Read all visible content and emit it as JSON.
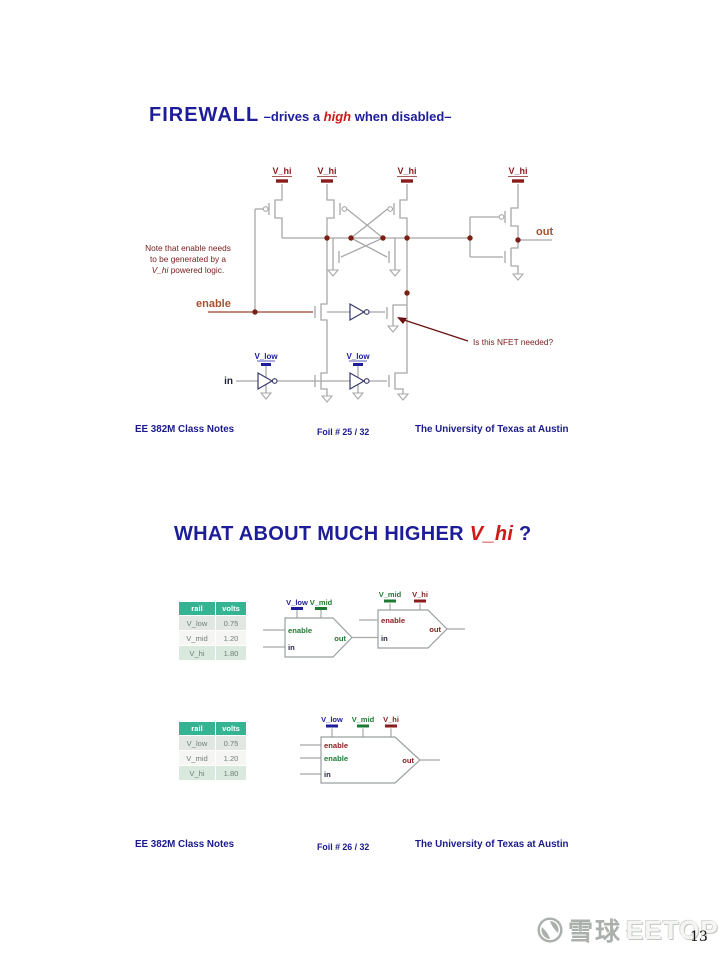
{
  "slide1": {
    "title": "FIREWALL",
    "subtitle": {
      "prefix": "–drives a ",
      "highlight": "high",
      "suffix": " when disabled–"
    },
    "note": {
      "line1": "Note that enable needs",
      "line2": "to be generated by a",
      "line3_italic": "V_hi",
      "line3_rest": " powered logic."
    },
    "labels": {
      "vhi": "V_hi",
      "vlow": "V_low",
      "enable": "enable",
      "in": "in",
      "out": "out",
      "annotation": "Is this NFET needed?"
    },
    "footer": {
      "course": "EE 382M Class Notes",
      "foil": "Foil # 25 / 32",
      "university": "The University of Texas at Austin"
    }
  },
  "slide2": {
    "title": {
      "prefix": "WHAT ABOUT MUCH HIGHER ",
      "highlight": "V_hi",
      "suffix": " ?"
    },
    "table": {
      "headers": [
        "rail",
        "volts"
      ],
      "rows": [
        [
          "V_low",
          "0.75"
        ],
        [
          "V_mid",
          "1.20"
        ],
        [
          "V_hi",
          "1.80"
        ]
      ]
    },
    "diagram1": {
      "block1": {
        "rail1": "V_low",
        "rail2": "V_mid",
        "input1": "enable",
        "input2": "in",
        "output": "out"
      },
      "block2": {
        "rail1": "V_mid",
        "rail2": "V_hi",
        "input1": "enable",
        "input2": "in",
        "output": "out"
      }
    },
    "diagram2": {
      "rail1": "V_low",
      "rail2": "V_mid",
      "rail3": "V_hi",
      "input1": "enable",
      "input2": "enable",
      "input3": "in",
      "output": "out"
    },
    "footer": {
      "course": "EE 382M Class Notes",
      "foil": "Foil # 26 / 32",
      "university": "The University of Texas at Austin"
    }
  },
  "watermark": {
    "brand_cn": "雪球",
    "separator": "·",
    "brand_en": "EETOP",
    "page_number": "13"
  },
  "colors": {
    "navy": "#1d1d99",
    "red": "#d01818",
    "maroon": "#8a1c1c",
    "sienna": "#a65230",
    "green": "#1e7a32",
    "teal": "#35b493",
    "wire": "#a8a8a8",
    "dark": "#22223c"
  }
}
